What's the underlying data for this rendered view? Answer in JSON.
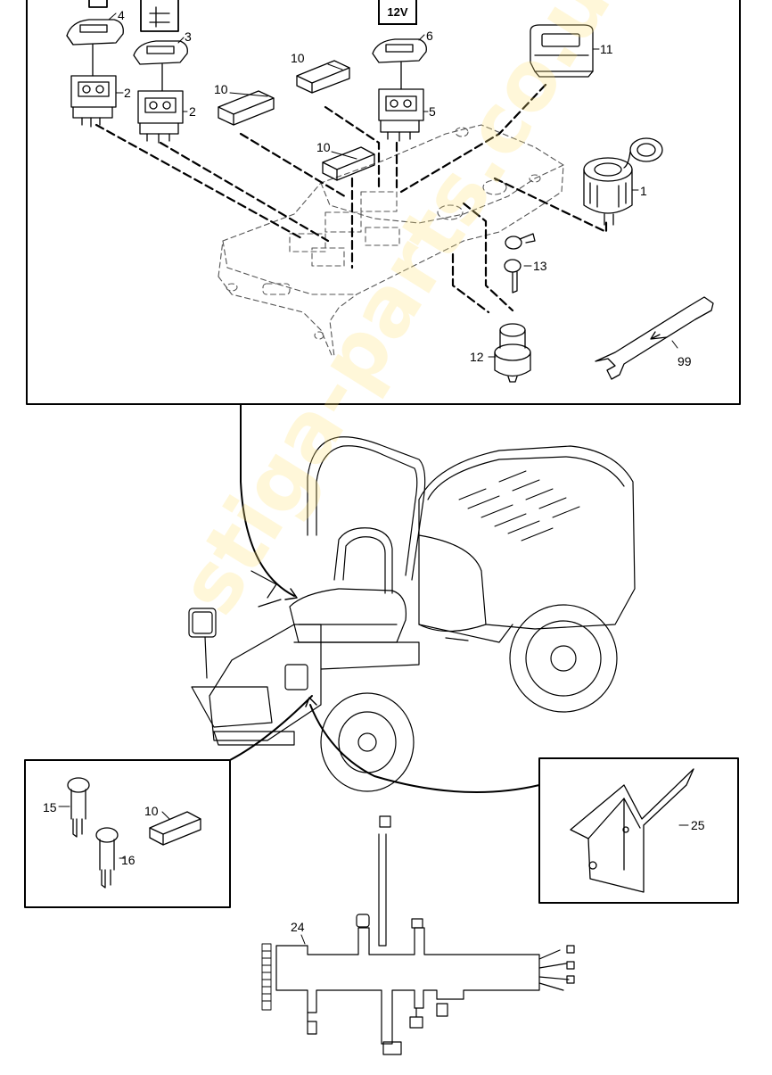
{
  "watermark": "stiga-parts.co.uk",
  "voltage_tag": "12V",
  "colors": {
    "line": "#000000",
    "watermark": "#f7d774",
    "background": "#ffffff"
  },
  "callouts": {
    "c1": "1",
    "c2a": "2",
    "c2b": "2",
    "c3": "3",
    "c4": "4",
    "c5": "5",
    "c6": "6",
    "c10a": "10",
    "c10b": "10",
    "c10c": "10",
    "c11": "11",
    "c12": "12",
    "c13": "13",
    "c99": "99",
    "c15": "15",
    "c16": "16",
    "c10d": "10",
    "c25": "25",
    "c24": "24"
  }
}
